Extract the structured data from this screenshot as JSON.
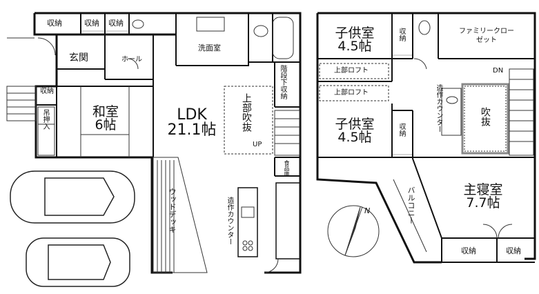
{
  "rooms": {
    "storage_top_1": "収納",
    "storage_top_2": "収納",
    "storage_top_3": "収納",
    "entrance": "玄関",
    "hall": "ホール",
    "washroom": "洗面室",
    "storage_wa": "収納",
    "washitsu": "和室",
    "washitsu_size": "6帖",
    "ldk": "LDK",
    "ldk_size": "21.1帖",
    "upper_void": "上部吹抜",
    "up": "UP",
    "under_stairs_storage": "階段下収納",
    "pantry": "食品庫",
    "wood_deck": "ウッドデッキ",
    "counter_1f": "造作カウンター",
    "oshiire": "吊押入",
    "kids_room_1": "子供室",
    "kids_room_1_size": "4.5帖",
    "storage_k1": "収納",
    "family_closet": "ファミリークローゼット",
    "upper_loft_1": "上部ロフト",
    "upper_loft_2": "上部ロフト",
    "kids_room_2": "子供室",
    "kids_room_2_size": "4.5帖",
    "storage_k2": "収納",
    "counter_2f": "造作カウンター",
    "void_2f": "吹抜",
    "dn": "DN",
    "balcony": "バルコニー",
    "master_bedroom": "主寝室",
    "master_size": "7.7帖",
    "storage_m1": "収納",
    "storage_m2": "収納",
    "north": "N"
  },
  "colors": {
    "wall": "#111111",
    "void_outline": "#888888",
    "line": "#333333"
  }
}
